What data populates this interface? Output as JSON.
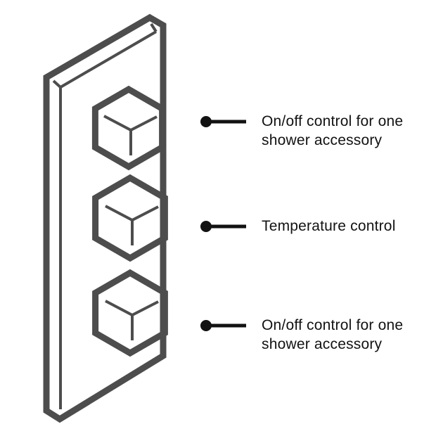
{
  "colors": {
    "background": "#ffffff",
    "diagram_stroke": "#4d4d4d",
    "callout_ink": "#121212"
  },
  "diagram": {
    "knobs": [
      {
        "name": "top-accessory-control-knob"
      },
      {
        "name": "temperature-control-knob"
      },
      {
        "name": "bottom-accessory-control-knob"
      }
    ]
  },
  "callouts": [
    {
      "lines": [
        "On/off control for one",
        "shower accessory"
      ]
    },
    {
      "lines": [
        "Temperature control"
      ]
    },
    {
      "lines": [
        "On/off control for one",
        "shower accessory"
      ]
    }
  ]
}
